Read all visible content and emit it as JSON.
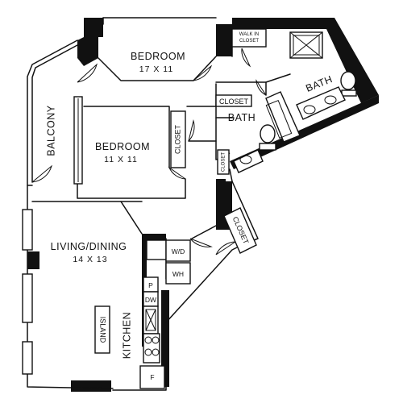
{
  "rooms": {
    "bedroom1": {
      "name": "BEDROOM",
      "dims": "17 X 11"
    },
    "bedroom2": {
      "name": "BEDROOM",
      "dims": "11 X 11"
    },
    "living": {
      "name": "LIVING/DINING",
      "dims": "14 X 13"
    },
    "bath1": {
      "name": "BATH"
    },
    "bath2": {
      "name": "BATH"
    },
    "balcony": {
      "name": "BALCONY"
    },
    "kitchen": {
      "name": "KITCHEN"
    }
  },
  "labels": {
    "walk_in_closet_1": "WALK IN",
    "walk_in_closet_2": "CLOSET",
    "closet_top": "CLOSET",
    "closet_bedroom": "CLOSET",
    "closet_tiny": "CLOSET",
    "closet_entry": "CLOSET",
    "island": "ISLAND",
    "wd": "W/D",
    "wh": "WH",
    "pantry": "P",
    "dishwasher": "DW",
    "fridge": "F"
  }
}
